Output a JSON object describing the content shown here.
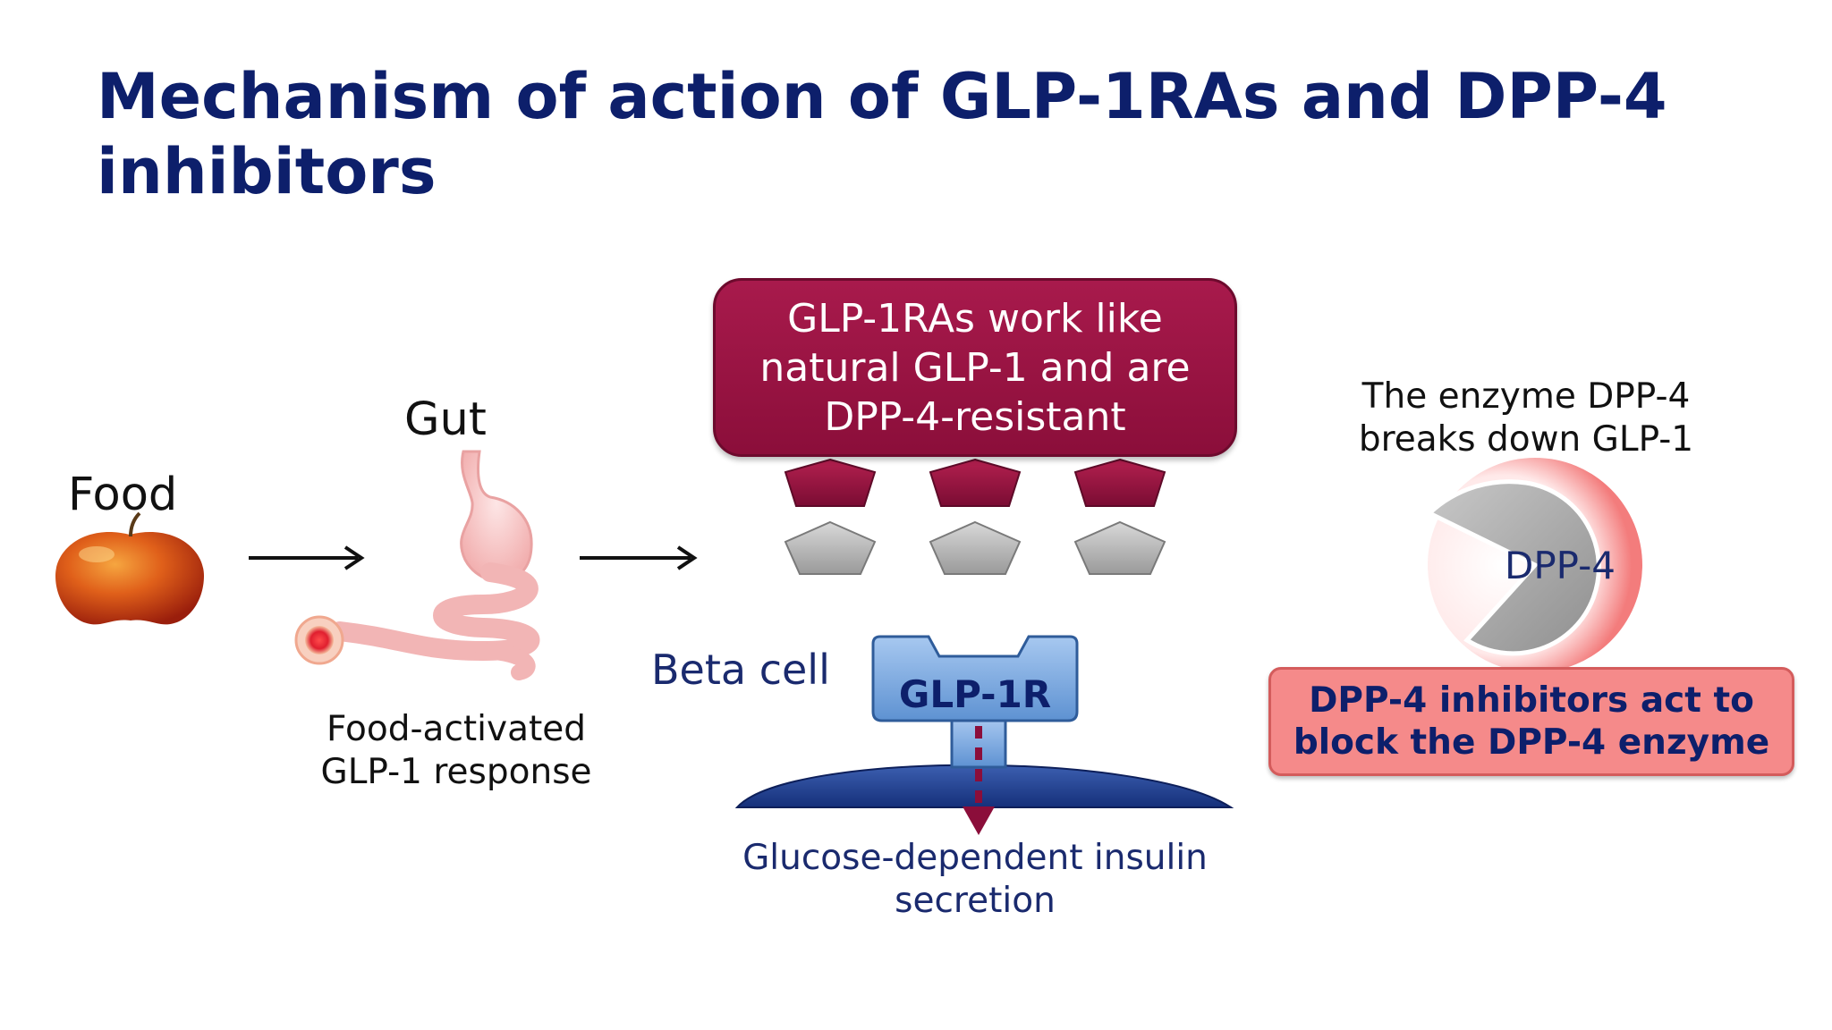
{
  "slide": {
    "title": "Mechanism of action of GLP-1RAs and DPP-4 inhibitors"
  },
  "flow": {
    "food_label": "Food",
    "gut_label": "Gut",
    "gut_caption": "Food-activated\nGLP-1 response",
    "beta_cell_label": "Beta cell",
    "receptor_label": "GLP-1R",
    "insulin_caption": "Glucose-dependent insulin\nsecretion"
  },
  "glp1ra_box": {
    "text": "GLP-1RAs work like\nnatural GLP-1 and are\nDPP-4-resistant"
  },
  "enzyme": {
    "caption": "The enzyme DPP-4\nbreaks down GLP-1",
    "label": "DPP-4"
  },
  "inhibitor_box": {
    "text": "DPP-4 inhibitors act to\nblock the DPP-4 enzyme"
  },
  "colors": {
    "title_navy": "#0d1f6b",
    "maroon": "#8b0e3a",
    "receptor_blue": "#6fa3dc",
    "cell_navy": "#1c3a8a",
    "inhibitor_pink": "#f58a8a",
    "enzyme_grey": "#a9a9a9"
  }
}
